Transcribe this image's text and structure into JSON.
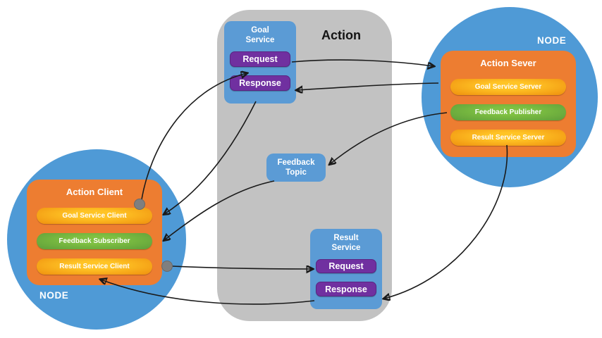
{
  "colors": {
    "node_blue": "#4f9ad6",
    "action_gray": "#c2c2c2",
    "box_orange": "#ed7d31",
    "button_purple": "#7030a0",
    "pill_green": "#7fc142",
    "pill_yellow": "#ffc425",
    "service_blue": "#5b9bd5"
  },
  "action": {
    "title": "Action",
    "goal_service": {
      "label": "Goal\nService",
      "request_label": "Request",
      "response_label": "Response"
    },
    "feedback_topic": {
      "label": "Feedback\nTopic"
    },
    "result_service": {
      "label": "Result\nService",
      "request_label": "Request",
      "response_label": "Response"
    }
  },
  "server_node": {
    "node_label": "NODE",
    "title": "Action Sever",
    "items": [
      {
        "label": "Goal Service Server",
        "color": "orange"
      },
      {
        "label": "Feedback Publisher",
        "color": "green"
      },
      {
        "label": "Result Service Server",
        "color": "orange"
      }
    ]
  },
  "client_node": {
    "node_label": "NODE",
    "title": "Action Client",
    "items": [
      {
        "label": "Goal Service Client",
        "color": "orange"
      },
      {
        "label": "Feedback Subscriber",
        "color": "green"
      },
      {
        "label": "Result Service Client",
        "color": "orange"
      }
    ]
  }
}
